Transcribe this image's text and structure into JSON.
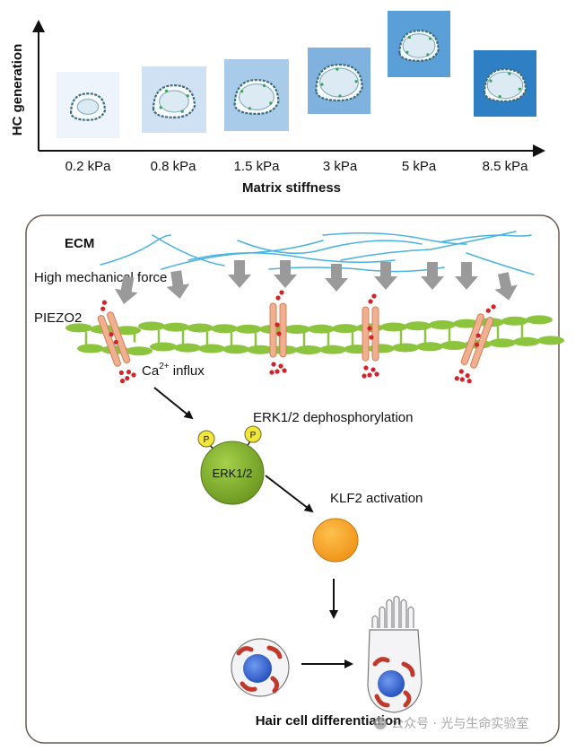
{
  "top_chart": {
    "ylabel": "HC generation",
    "xlabel": "Matrix stiffness",
    "categories": [
      "0.2 kPa",
      "0.8 kPa",
      "1.5 kPa",
      "3 kPa",
      "5 kPa",
      "8.5 kPa"
    ],
    "tile_colors": [
      "#eef4fb",
      "#cfe1f3",
      "#a8cbea",
      "#7fb2df",
      "#5b9fd8",
      "#2f7fc4"
    ]
  },
  "pathway": {
    "ecm_label": "ECM",
    "force_label": "High mechanical force",
    "piezo_label": "PIEZO2",
    "ca_label": "Ca",
    "ca_superscript": "2+",
    "influx_label": " influx",
    "erk_dephos_label": "ERK1/2 dephosphorylation",
    "phospho_label": "P",
    "erk_label": "ERK1/2",
    "klf2_label": "KLF2 activation",
    "final_label": "Hair cell differentiation",
    "colors": {
      "fiber": "#4ab2e0",
      "arrow_gray": "#9a9a9a",
      "membrane": "#8dc43e",
      "channel": "#f0b090",
      "calcium": "#d2232a",
      "erk": "#8ab832",
      "phospho": "#f2e63a",
      "klf2": "#f5a623",
      "nucleus": "#3a6fd8",
      "organelle": "#c0392b"
    }
  },
  "watermark": "公众号 · 光与生命实验室"
}
